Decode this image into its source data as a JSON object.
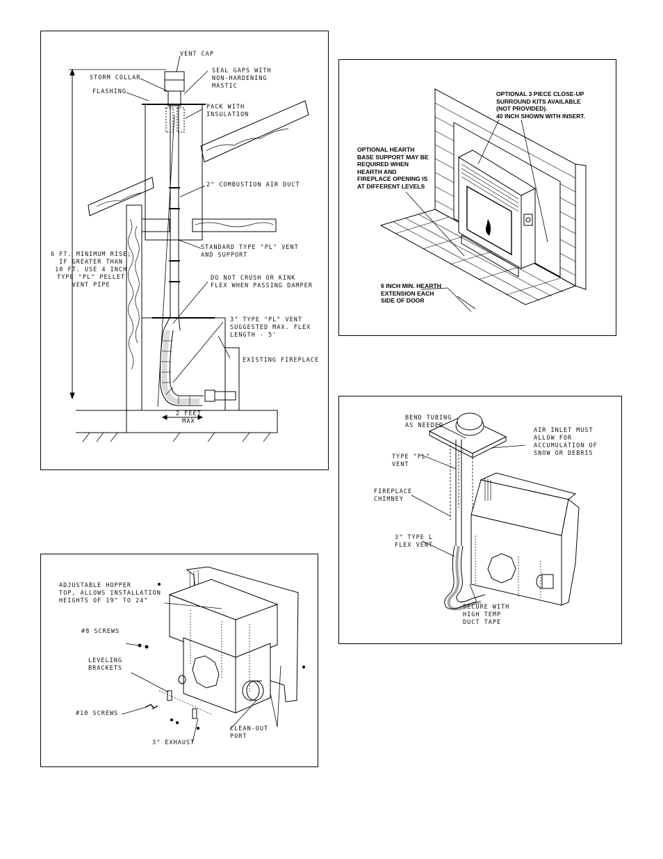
{
  "diagram_a": {
    "vent_cap": "VENT CAP",
    "storm_collar": "STORM COLLAR",
    "flashing": "FLASHING",
    "seal_gaps": "SEAL GAPS WITH\nNON-HARDENING\nMASTIC",
    "pack_insulation": "PACK WITH\nINSULATION",
    "combustion_air_duct": "2\" COMBUSTION AIR DUCT",
    "rise_note": "6 FT. MINIMUM RISE;\nIF GREATER THAN\n10 FT. USE 4 INCH\nTYPE \"PL\" PELLET\nVENT PIPE",
    "standard_vent": "STANDARD TYPE \"PL\" VENT\nAND SUPPORT",
    "do_not_crush": "DO NOT CRUSH OR KINK\nFLEX WHEN PASSING DAMPER",
    "flex_vent": "3\" TYPE \"PL\" VENT\nSUGGESTED MAX. FLEX\nLENGTH - 5'",
    "existing_fireplace": "EXISTING FIREPLACE",
    "two_feet_max": "2 FEET\nMAX"
  },
  "diagram_b": {
    "surround_kits": "OPTIONAL 3 PIECE CLOSE-UP\nSURROUND KITS AVAILABLE\n(NOT PROVIDED).\n40 INCH SHOWN WITH INSERT.",
    "hearth_support": "OPTIONAL HEARTH\nBASE SUPPORT MAY BE\nREQUIRED WHEN\nHEARTH AND\nFIREPLACE OPENING IS\nAT DIFFERENT LEVELS",
    "hearth_extension": "6 INCH MIN. HEARTH\nEXTENSION EACH\nSIDE OF DOOR"
  },
  "diagram_c": {
    "hopper_top": "ADJUSTABLE HOPPER\nTOP, ALLOWS INSTALLATION\nHEIGHTS OF 19\" TO 24\"",
    "screws_8": "#8 SCREWS",
    "leveling_brackets": "LEVELING\nBRACKETS",
    "screws_10": "#10 SCREWS",
    "exhaust": "3\" EXHAUST",
    "cleanout_port": "CLEAN-OUT\nPORT"
  },
  "diagram_d": {
    "bend_tubing": "BEND TUBING\nAS NEEDED",
    "air_inlet": "AIR INLET MUST\nALLOW FOR\nACCUMULATION OF\nSNOW OR DEBRIS",
    "type_pl_vent": "TYPE \"PL\"\nVENT",
    "fireplace_chimney": "FIREPLACE\nCHIMNEY",
    "flex_vent": "3\" TYPE L\nFLEX VENT",
    "secure_tape": "SECURE WITH\nHIGH TEMP\nDUCT TAPE"
  }
}
